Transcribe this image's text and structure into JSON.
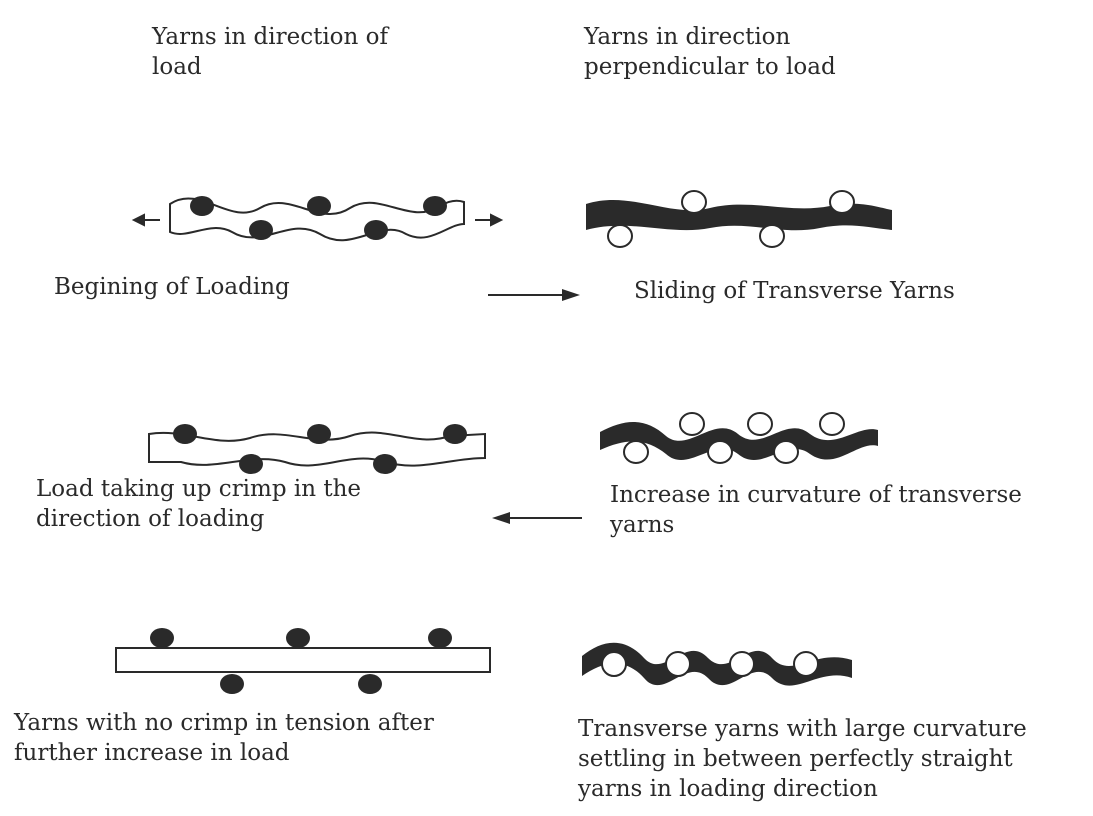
{
  "headers": {
    "left": [
      "Yarns in direction of",
      "load"
    ],
    "right": [
      "Yarns in direction",
      "perpendicular to load"
    ]
  },
  "stages": {
    "stage1_left": [
      "Begining of Loading"
    ],
    "stage1_right": [
      "Sliding of Transverse Yarns"
    ],
    "stage2_left": [
      "Load taking up crimp in the",
      "direction of loading"
    ],
    "stage2_right": [
      "Increase in curvature of transverse",
      "yarns"
    ],
    "stage3_left": [
      "Yarns with no crimp in tension after",
      "further increase in load"
    ],
    "stage3_right": [
      "Transverse yarns with large curvature",
      "settling in between perfectly straight",
      "yarns in loading direction"
    ]
  },
  "colors": {
    "ink": "#2a2a2a",
    "paper": "#ffffff"
  }
}
